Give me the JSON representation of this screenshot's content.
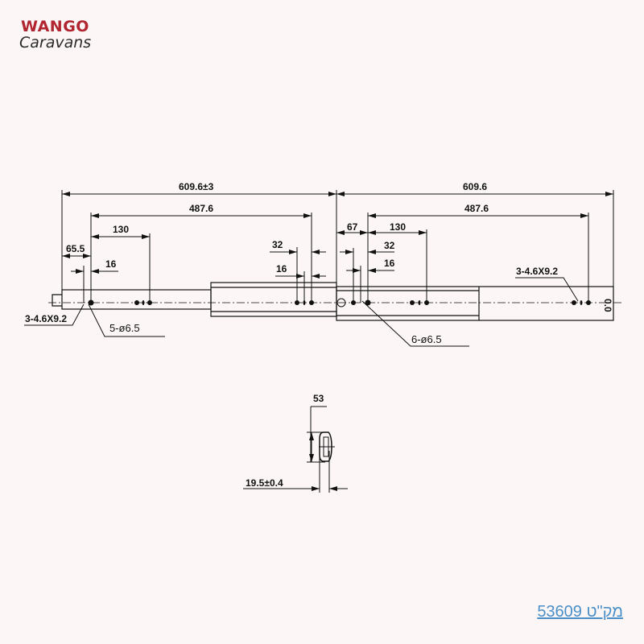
{
  "logo": {
    "line1": "WANGO",
    "line2": "Caravans",
    "colors": {
      "red": "#b0252f",
      "dark": "#2a2a2a"
    }
  },
  "drawing": {
    "top_view": {
      "left": {
        "overall": "609.6±3",
        "hole_span": "487.6",
        "hole_130": "130",
        "offset": "65.5",
        "pitch_16_front": "16",
        "pitch_32": "32",
        "pitch_16_rear": "16",
        "slot_label": "3-4.6X9.2",
        "hole_label": "5-ø6.5"
      },
      "right": {
        "overall": "609.6",
        "hole_span": "487.6",
        "offset": "67",
        "hole_130": "130",
        "pitch_32": "32",
        "pitch_16": "16",
        "slot_label": "3-4.6X9.2",
        "hole_label": "6-ø6.5",
        "end_mark": "0.0"
      }
    },
    "section_view": {
      "height": "53",
      "thickness": "19.5±0.4"
    }
  },
  "sku_link": {
    "text": "מק\"ט 53609",
    "color": "#4a8fc8"
  }
}
